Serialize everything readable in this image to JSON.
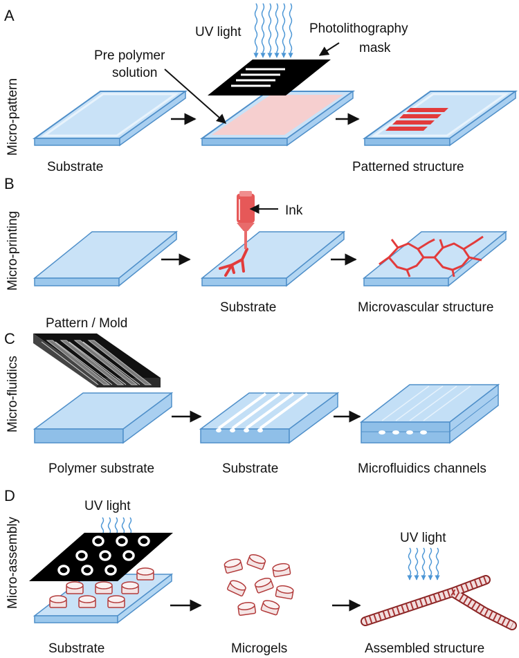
{
  "panels": {
    "a": {
      "letter": "A",
      "side": "Micro-pattern",
      "uv": "UV light",
      "mask_line1": "Photolithography",
      "mask_line2": "mask",
      "prepoly_line1": "Pre polymer",
      "prepoly_line2": "solution",
      "cap1": "Substrate",
      "cap3": "Patterned structure"
    },
    "b": {
      "letter": "B",
      "side": "Micro-printing",
      "ink": "Ink",
      "cap2": "Substrate",
      "cap3": "Microvascular structure"
    },
    "c": {
      "letter": "C",
      "side": "Micro-fluidics",
      "mold": "Pattern / Mold",
      "cap1": "Polymer substrate",
      "cap2": "Substrate",
      "cap3": "Microfluidics channels"
    },
    "d": {
      "letter": "D",
      "side": "Micro-assembly",
      "uv1": "UV light",
      "uv2": "UV light",
      "cap1": "Substrate",
      "cap2": "Microgels",
      "cap3": "Assembled structure"
    }
  },
  "colors": {
    "substrate_fill": "#c9e2f7",
    "substrate_edge": "#4f8fc9",
    "uv_blue": "#4d97d6",
    "ink_red": "#e23b3b",
    "prepolymer_pink": "#f6cfcf",
    "mask_black": "#000000"
  }
}
